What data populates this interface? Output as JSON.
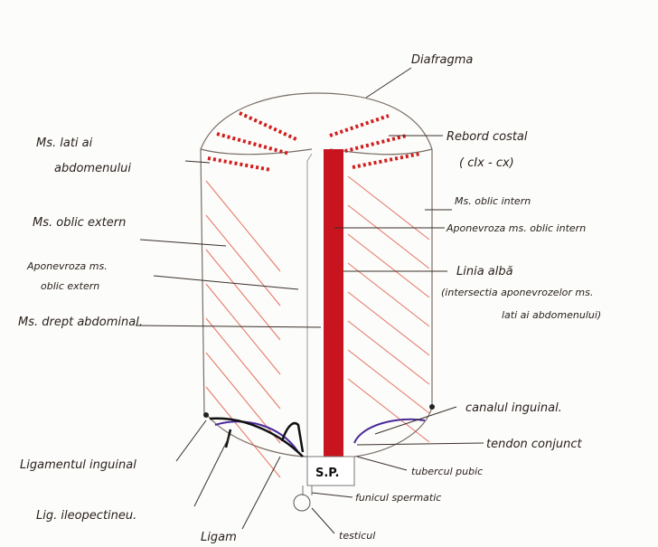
{
  "labels": {
    "diafragma": "Diafragma",
    "ms_lati_1": "Ms. lati ai",
    "ms_lati_2": "abdomenului",
    "rebord_1": "Rebord costal",
    "rebord_2": "( cIx - cx)",
    "oblic_intern": "Ms. oblic intern",
    "apon_oblic_intern": "Aponevroza ms. oblic intern",
    "oblic_extern": "Ms. oblic extern",
    "apon_oblic_extern_1": "Aponevroza ms.",
    "apon_oblic_extern_2": "oblic extern",
    "drept": "Ms. drept abdominal.",
    "linia_alba": "Linia albă",
    "linia_alba_note_1": "(intersectia aponevrozelor ms.",
    "linia_alba_note_2": "lati ai abdomenului)",
    "canal": "canalul inguinal.",
    "tendon": "tendon conjunct",
    "lig_inguinal": "Ligamentul inguinal",
    "tubercul": "tubercul pubic",
    "funicul": "funicul spermatic",
    "lig_ileo": "Lig. ileopectineu.",
    "testicul": "testicul",
    "ligam_cut": "Ligam",
    "sp": "S.P."
  },
  "colors": {
    "muscle": "#e0503c",
    "linia": "#c8141e",
    "ligament": "#4a2a9a",
    "pencil": "#6e625a"
  }
}
